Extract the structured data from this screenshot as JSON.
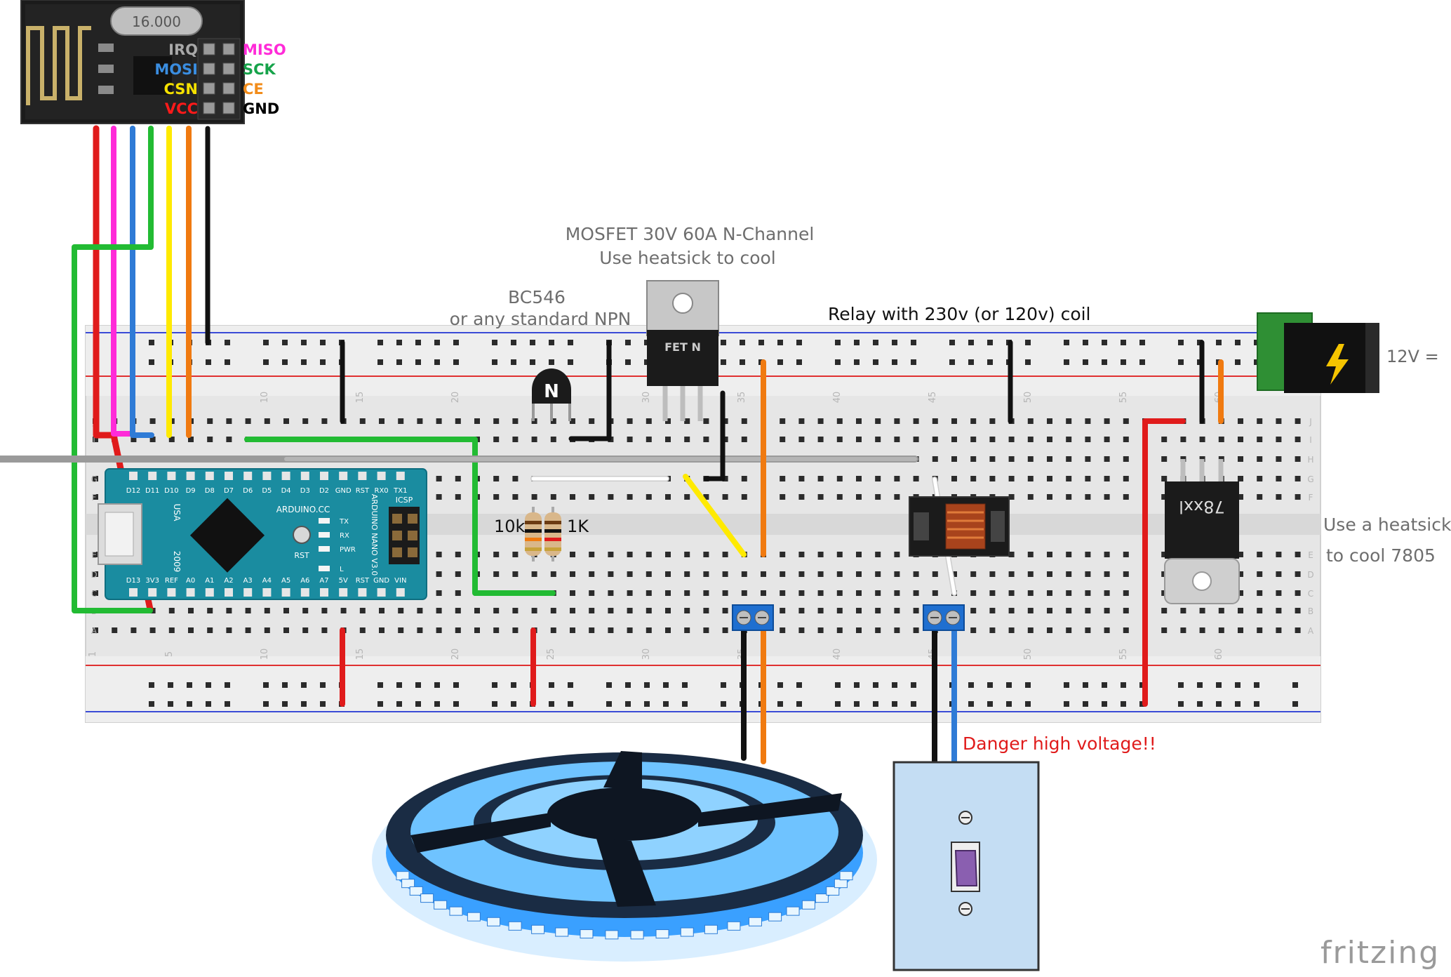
{
  "nrf": {
    "crystal": "16.000",
    "pins_left": [
      "IRQ",
      "MOSI",
      "CSN",
      "VCC"
    ],
    "pins_right": [
      "MISO",
      "SCK",
      "CE",
      "GND"
    ],
    "pin_colors_left": [
      "#a8a8a8",
      "#3a8de0",
      "#f5e100",
      "#ff1a1a"
    ],
    "pin_colors_right": [
      "#ff2bd8",
      "#16a34a",
      "#f28c1a",
      "#000000"
    ]
  },
  "labels": {
    "mosfet_line1": "MOSFET 30V 60A N-Channel",
    "mosfet_line2": "Use heatsick to cool",
    "bc546_line1": "BC546",
    "bc546_line2": "or any standard NPN",
    "relay": "Relay with 230v (or 120v) coil",
    "power": "12V =",
    "heatsink_line1": "Use a heatsick",
    "heatsink_line2": "to cool 7805",
    "danger": "Danger high voltage!!",
    "r10k": "10k",
    "r1k": "1K",
    "fritzing": "fritzing"
  },
  "parts": {
    "mosfet_marking": "FET N",
    "transistor_marking": "N",
    "regulator_marking": "78xxl"
  },
  "breadboard": {
    "rows_top": [
      "J",
      "I",
      "H",
      "G",
      "F"
    ],
    "rows_bottom": [
      "E",
      "D",
      "C",
      "B",
      "A"
    ],
    "col_numbers": [
      "1",
      "5",
      "10",
      "15",
      "20",
      "25",
      "30",
      "35",
      "40",
      "45",
      "50",
      "55",
      "60"
    ]
  },
  "arduino": {
    "top_pins": [
      "D12",
      "D11",
      "D10",
      "D9",
      "D8",
      "D7",
      "D6",
      "D5",
      "D4",
      "D3",
      "D2",
      "GND",
      "RST",
      "RX0",
      "TX1"
    ],
    "bottom_pins": [
      "D13",
      "3V3",
      "REF",
      "A0",
      "A1",
      "A2",
      "A3",
      "A4",
      "A5",
      "A6",
      "A7",
      "5V",
      "RST",
      "GND",
      "VIN"
    ],
    "brand": "ARDUINO.CC",
    "model": "ARDUINO NANO V3.0",
    "usa": "USA",
    "year": "2009",
    "icsp": "ICSP",
    "led_labels": [
      "TX",
      "RX",
      "PWR",
      "L"
    ],
    "rst": "RST"
  },
  "colors": {
    "red": "#e01b1b",
    "magenta": "#ff2bd8",
    "blue": "#2f7bd6",
    "yellow": "#ffea00",
    "orange": "#f07a10",
    "black": "#111111",
    "green": "#22bb33",
    "gray": "#9a9a9a",
    "board_teal": "#1a8ca0",
    "breadboard": "#e8e8e8"
  }
}
